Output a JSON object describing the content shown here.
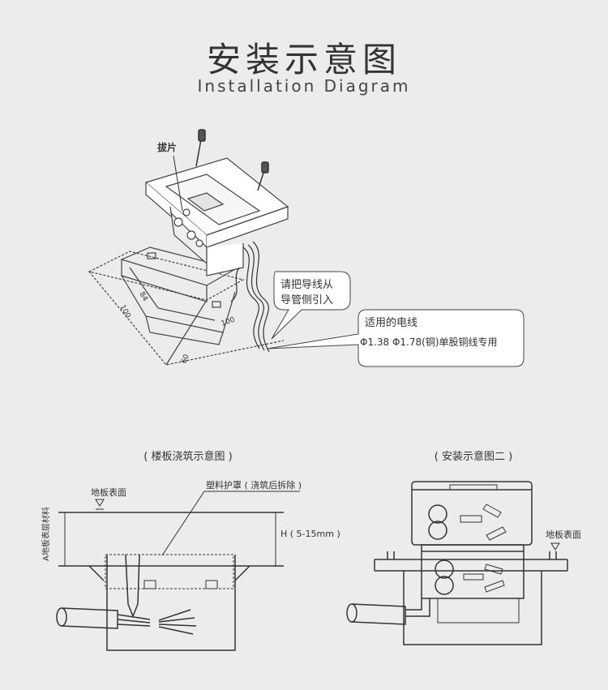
{
  "header": {
    "title": "安装示意图",
    "subtitle": "Installation Diagram"
  },
  "top_diagram": {
    "tab_label": "拔片",
    "dims": {
      "a": "84",
      "b": "100",
      "c": "100",
      "d": "60"
    },
    "callout_wire_path": [
      "请把导线从",
      "导管侧引入"
    ],
    "callout_wire_spec": [
      "适用的电线",
      "Φ1.38 Φ1.78(铜)单股铜线专用"
    ]
  },
  "left_diagram": {
    "caption": "( 楼板浇筑示意图 )",
    "floor_surface": "地板表面",
    "cover_note": "塑料护罩 ( 浇筑后拆除 )",
    "height_note": "H ( 5-15mm )",
    "side_label": "A地板表层材料"
  },
  "right_diagram": {
    "caption": "( 安装示意图二 )",
    "floor_surface": "地板表面"
  }
}
